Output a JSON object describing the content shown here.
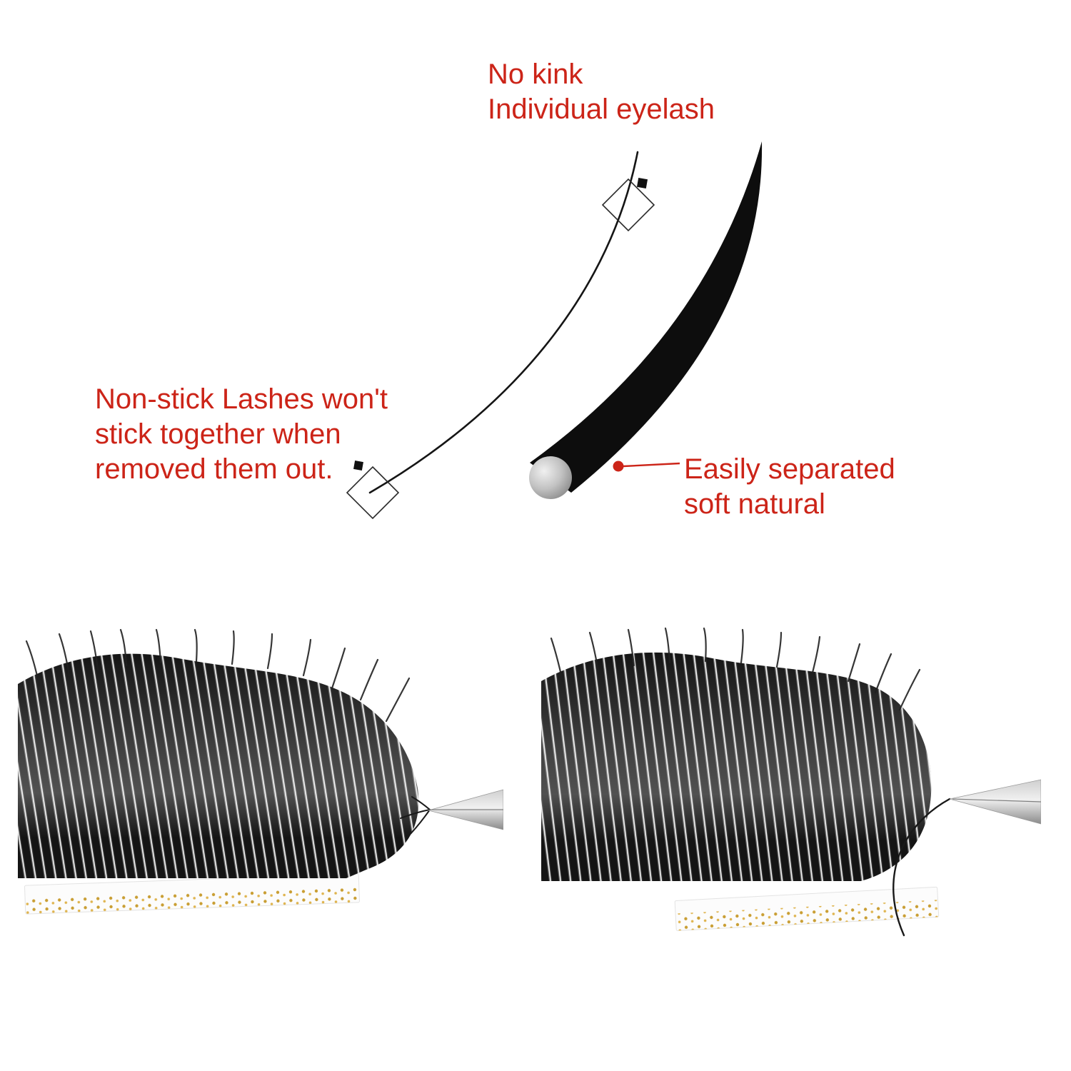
{
  "colors": {
    "background": "#ffffff",
    "accent_red": "#cc2418",
    "lash_black": "#141414",
    "steel_gray": "#c0c0c0",
    "tape_gold": "#c99e33"
  },
  "callouts": {
    "no_kink": {
      "line1": "No kink",
      "line2": "Individual eyelash"
    },
    "non_stick": {
      "line1": "Non-stick Lashes won't",
      "line2": "stick together when",
      "line3": "removed them out."
    },
    "separated": {
      "line1": "Easily separated",
      "line2": "soft natural"
    }
  }
}
